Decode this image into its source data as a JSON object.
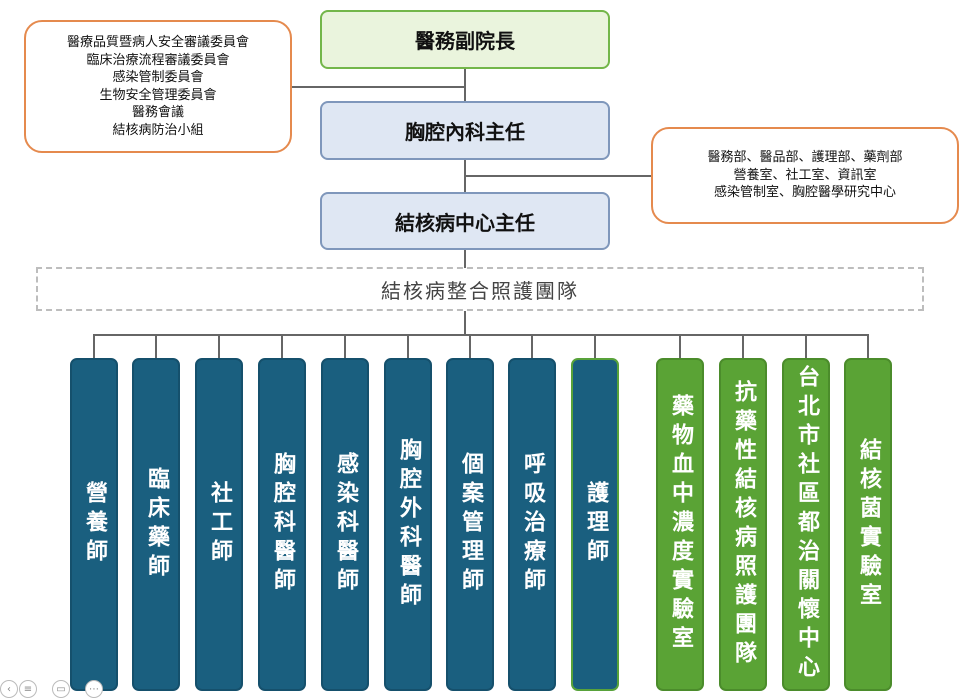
{
  "nodes": {
    "vice_president": "醫務副院長",
    "chest_chief": "胸腔內科主任",
    "tb_center_chief": "結核病中心主任",
    "team": "結核病整合照護團隊"
  },
  "committees": [
    "醫療品質暨病人安全審議委員會",
    "臨床治療流程審議委員會",
    "感染管制委員會",
    "生物安全管理委員會",
    "醫務會議",
    "結核病防治小組"
  ],
  "departments": [
    "醫務部、醫品部、護理部、藥劑部",
    "營養室、社工室、資訊室",
    "感染管制室、胸腔醫學研究中心"
  ],
  "columns": [
    {
      "label": "營養師",
      "color": "#1a5f7f"
    },
    {
      "label": "臨床藥師",
      "color": "#1a5f7f"
    },
    {
      "label": "社工師",
      "color": "#1a5f7f"
    },
    {
      "label": "胸腔科醫師",
      "color": "#1a5f7f"
    },
    {
      "label": "感染科醫師",
      "color": "#1a5f7f"
    },
    {
      "label": "胸腔外科醫師",
      "color": "#1a5f7f"
    },
    {
      "label": "個案管理師",
      "color": "#1a5f7f"
    },
    {
      "label": "呼吸治療師",
      "color": "#1a5f7f"
    },
    {
      "label": "護理師",
      "color": "#1a5f7f"
    },
    {
      "label": "藥物血中濃度實驗室",
      "color": "#5aa335"
    },
    {
      "label": "抗藥性結核病照護團隊",
      "color": "#5aa335"
    },
    {
      "label": "台北市社區都治關懷中心",
      "color": "#5aa335"
    },
    {
      "label": "結核菌實驗室",
      "color": "#5aa335"
    }
  ]
}
